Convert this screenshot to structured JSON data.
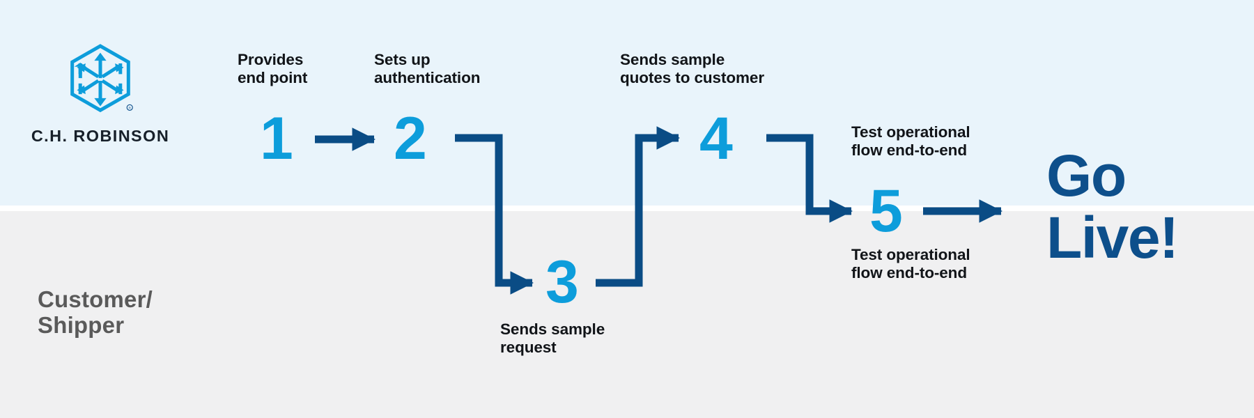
{
  "brand": {
    "name": "C.H. ROBINSON",
    "logo_icon": "ch-robinson-hexagon-logo",
    "logo_color": "#0d9ddb",
    "wordmark_color": "#17202a"
  },
  "lanes": {
    "top": {
      "label": "",
      "background": "#e9f4fb"
    },
    "bottom": {
      "label": "Customer/\nShipper",
      "background": "#f0f0f1",
      "text_color": "#5a5a5a"
    }
  },
  "colors": {
    "accent_cyan": "#0d9ddb",
    "navy": "#0d4f8b",
    "connector_navy": "#0a4c85",
    "caption_black": "#111418",
    "lane_gray_text": "#5a5a5a"
  },
  "steps": [
    {
      "number": "1",
      "caption": "Provides\nend point",
      "lane": "top"
    },
    {
      "number": "2",
      "caption": "Sets up\nauthentication",
      "lane": "top"
    },
    {
      "number": "3",
      "caption": "Sends sample\nrequest",
      "lane": "bottom"
    },
    {
      "number": "4",
      "caption": "Sends sample\nquotes to customer",
      "lane": "top"
    },
    {
      "number": "5",
      "caption_top": "Test operational\nflow end-to-end",
      "caption_bottom": "Test operational\nflow end-to-end",
      "lane": "both"
    }
  ],
  "outcome": {
    "label": "Go\nLive!",
    "color": "#0d4f8b"
  }
}
